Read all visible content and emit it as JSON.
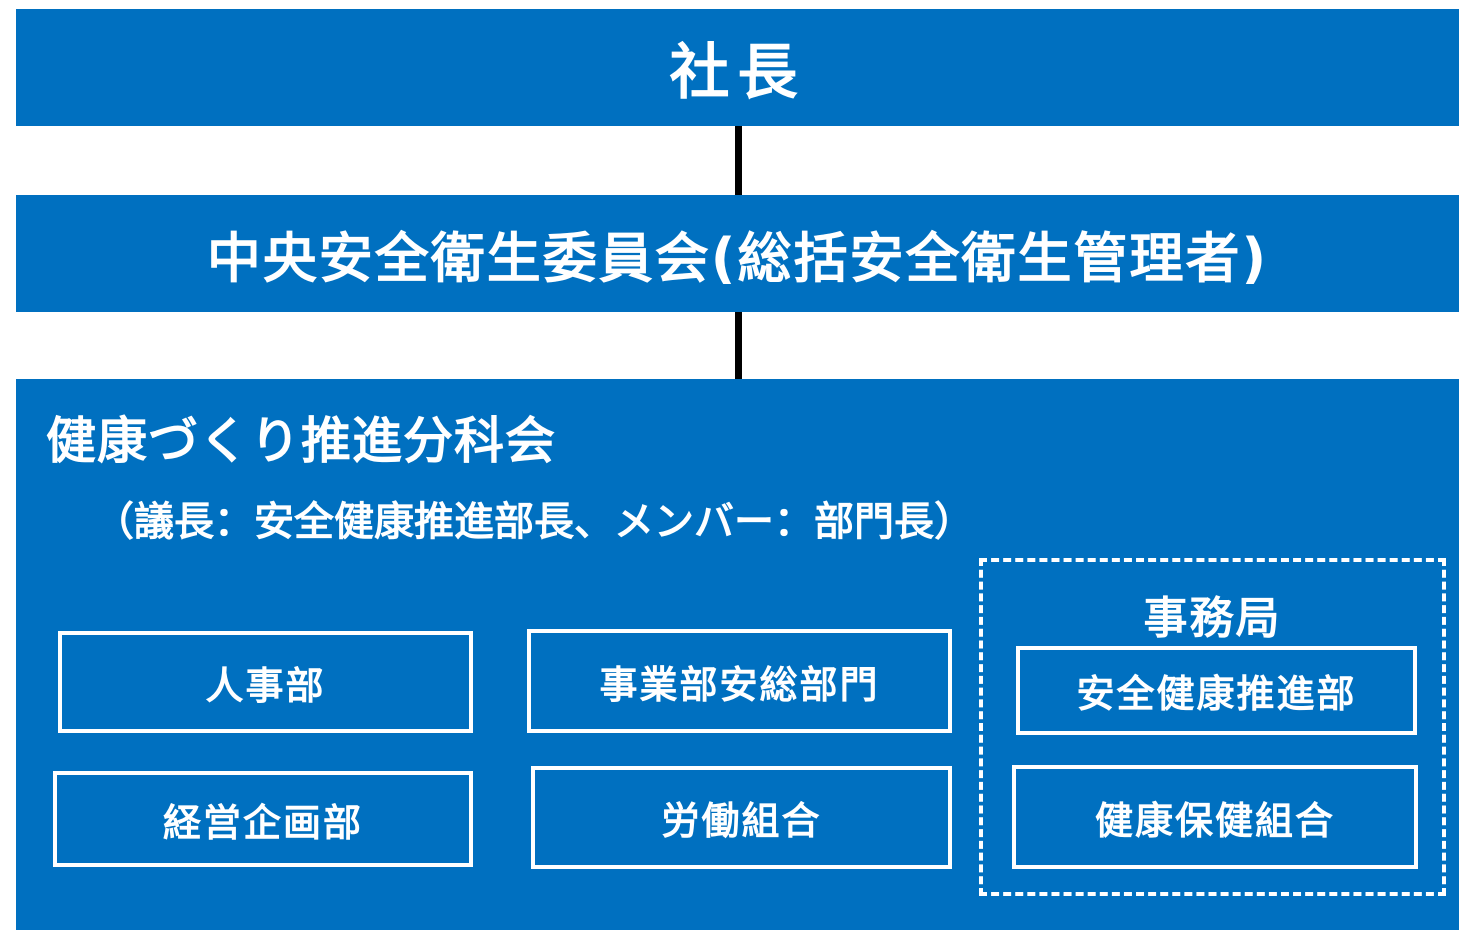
{
  "president": {
    "label": "社長"
  },
  "central_committee": {
    "label": "中央安全衛生委員会(総括安全衛生管理者)"
  },
  "subcommittee": {
    "title": "健康づくり推進分科会",
    "members_note": "（議長：安全健康推進部長、メンバー：部門長）",
    "departments": [
      "人事部",
      "事業部安総部門",
      "経営企画部",
      "労働組合"
    ],
    "secretariat": {
      "title": "事務局",
      "units": [
        "安全健康推進部",
        "健康保健組合"
      ]
    }
  },
  "colors": {
    "box_fill": "#0070c0",
    "text": "#ffffff",
    "connector": "#000000"
  }
}
